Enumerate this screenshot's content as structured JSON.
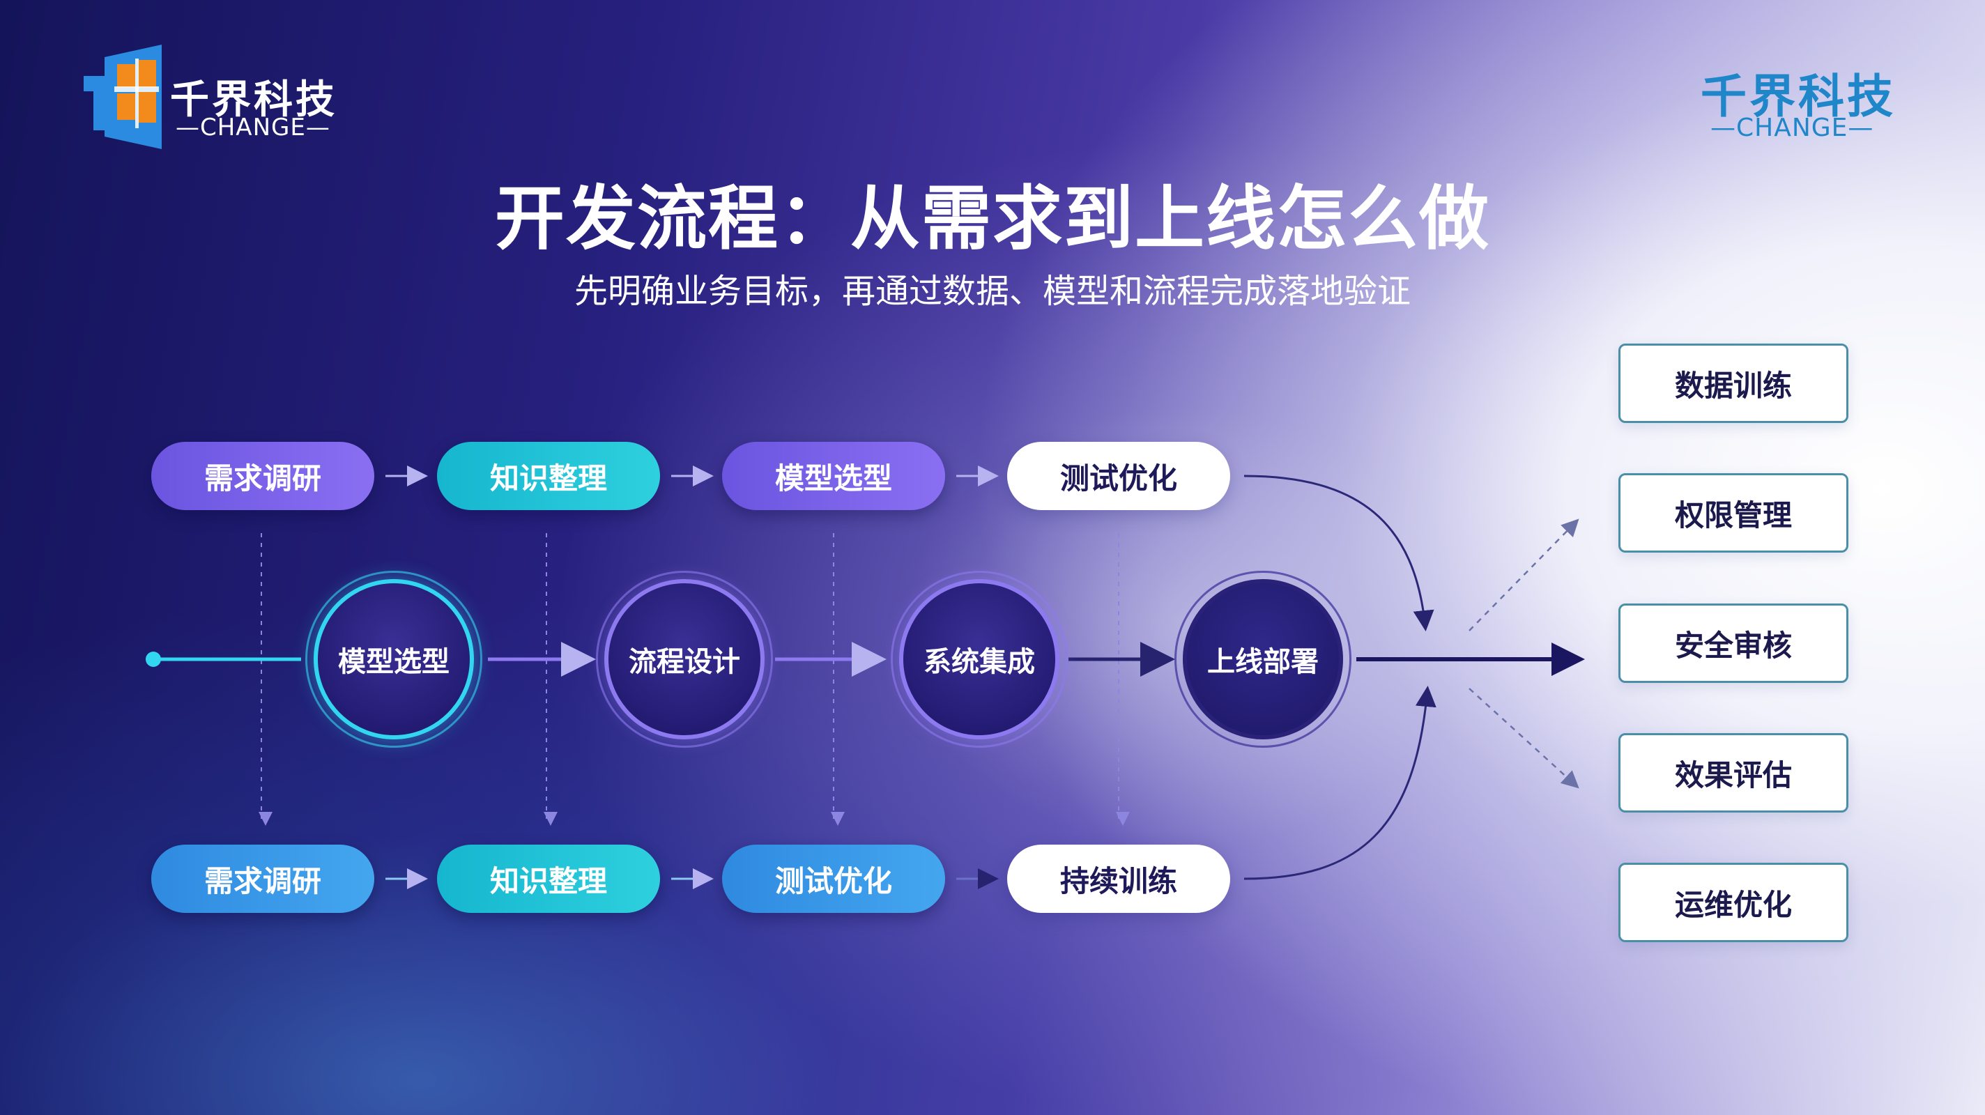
{
  "brand": {
    "name_cn": "千界科技",
    "name_en": "CHANGE",
    "colors": {
      "brand_blue": "#1f86c9",
      "logo_orange": "#f28a1c",
      "logo_blue": "#2b8be0"
    }
  },
  "header": {
    "title": "开发流程：从需求到上线怎么做",
    "subtitle": "先明确业务目标，再通过数据、模型和流程完成落地验证"
  },
  "flow": {
    "top_row": [
      "需求调研",
      "知识整理",
      "模型选型",
      "测试优化"
    ],
    "middle_nodes": [
      "模型选型",
      "流程设计",
      "系统集成",
      "上线部署"
    ],
    "bottom_row": [
      "需求调研",
      "知识整理",
      "测试优化",
      "持续训练"
    ],
    "outputs": [
      "数据训练",
      "权限管理",
      "安全审核",
      "效果评估",
      "运维优化"
    ]
  },
  "colors": {
    "purple_pill": "#6b55e0",
    "teal_pill": "#16b6cf",
    "blue_pill": "#2f8ae0",
    "cyan_ring": "#33d6f0",
    "violet_ring": "#8e7af0",
    "deep_navy": "#1d1766",
    "output_border": "#4a8fa7"
  }
}
